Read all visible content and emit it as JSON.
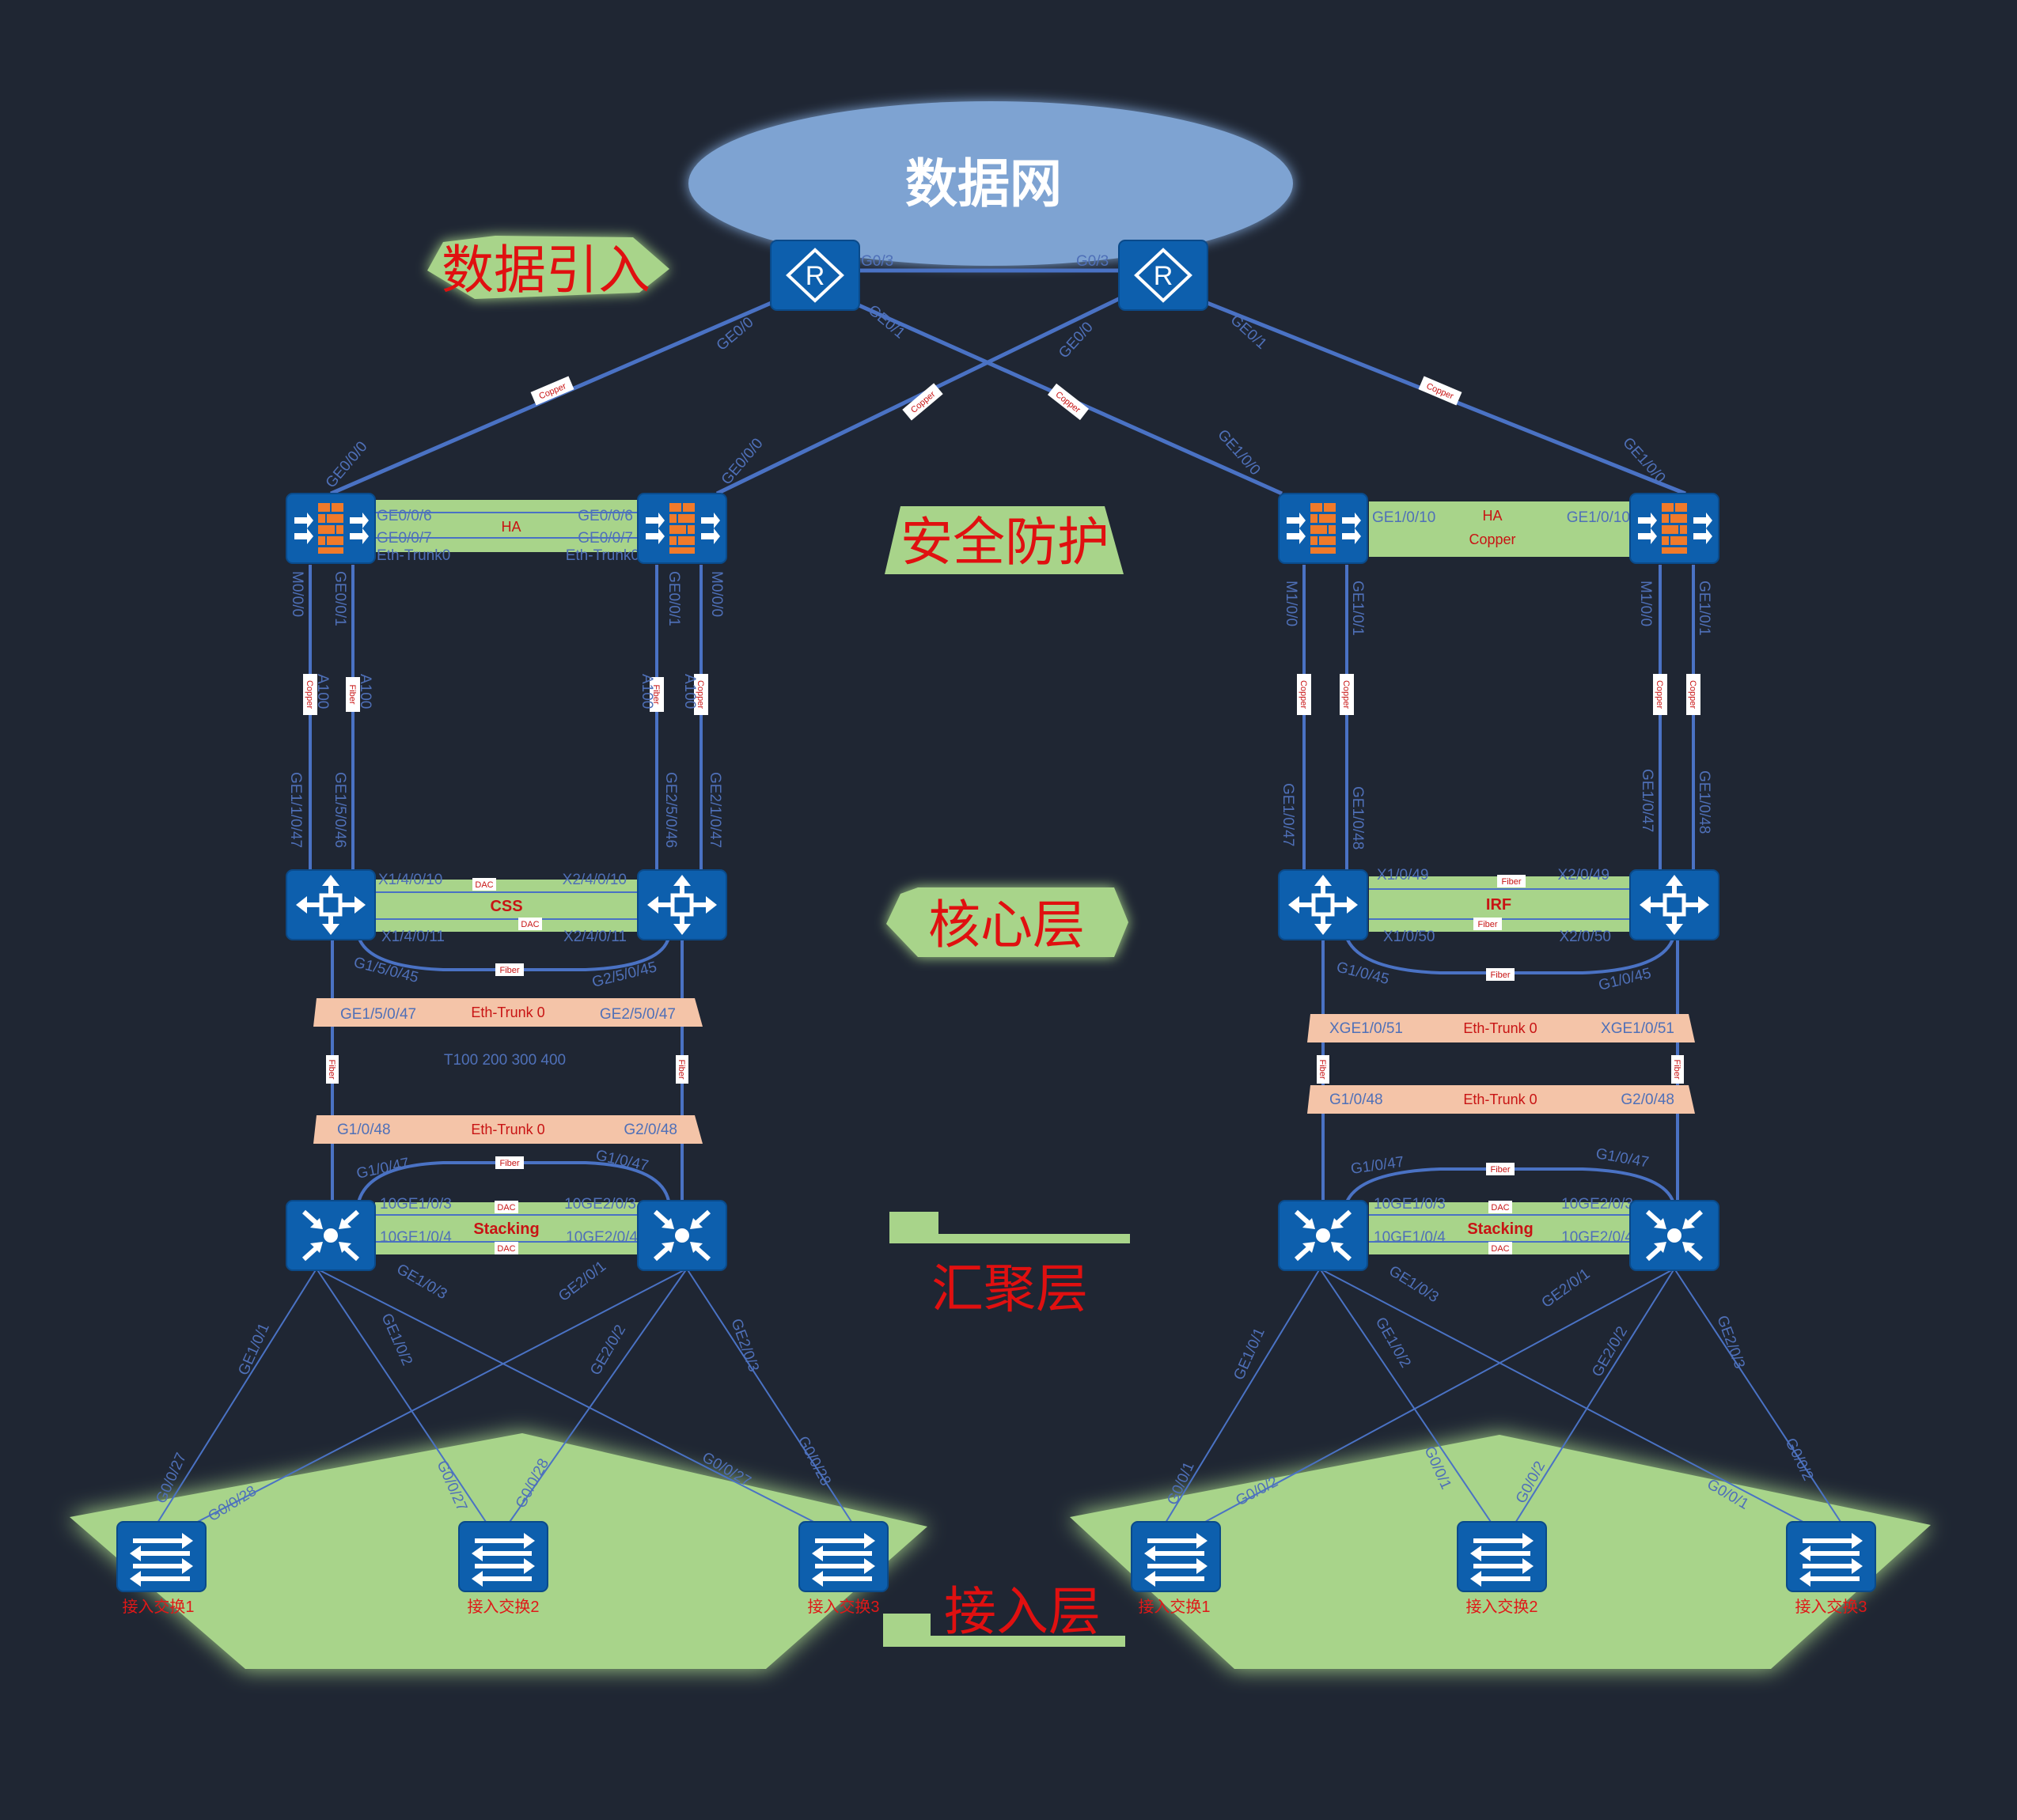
{
  "cloud": {
    "label": "数据网"
  },
  "layers": {
    "data_in": "数据引入",
    "security": "安全防护",
    "core": "核心层",
    "aggregation": "汇聚层",
    "access": "接入层"
  },
  "colors": {
    "background": "#1f2633",
    "device": "#0d5fad",
    "link": "#4a72c4",
    "band_green": "#a8d48a",
    "band_peach": "#f4c4a8",
    "label_red": "#e01010",
    "label_blue": "#4f70b8"
  },
  "icons": {
    "router": "router-icon",
    "firewall": "firewall-icon",
    "core_switch": "core-switch-icon",
    "agg_switch": "aggregation-switch-icon",
    "access_switch": "access-switch-icon"
  },
  "link_tags": {
    "copper": "Copper",
    "fiber": "Fiber",
    "dac": "DAC"
  },
  "routers": {
    "r1_port_g03": "G0/3",
    "r2_port_g03": "G0/3",
    "r1_ge00": "GE0/0",
    "r1_ge01": "GE0/1",
    "r2_ge00": "GE0/0",
    "r2_ge01": "GE0/1"
  },
  "left": {
    "fw1_uplink": "GE0/0/0",
    "fw2_uplink": "GE0/0/0",
    "fw_ha": "HA",
    "fw1_p6": "GE0/0/6",
    "fw1_p7": "GE0/0/7",
    "fw1_trunk": "Eth-Trunk0",
    "fw2_p6": "GE0/0/6",
    "fw2_p7": "GE0/0/7",
    "fw2_trunk": "Eth-Trunk0",
    "fw1_m": "M0/0/0",
    "fw1_g": "GE0/0/1",
    "fw2_g": "GE0/0/1",
    "fw2_m": "M0/0/0",
    "a100": "A100",
    "core1_a": "GE1/1/0/47",
    "core1_b": "GE1/5/0/46",
    "core2_a": "GE2/5/0/46",
    "core2_b": "GE2/1/0/47",
    "css": "CSS",
    "core1_x10": "X1/4/0/10",
    "core2_x10": "X2/4/0/10",
    "core1_x11": "X1/4/0/11",
    "core2_x11": "X2/4/0/11",
    "core1_g45": "G1/5/0/45",
    "core2_g45": "G2/5/0/45",
    "trunk1_l": "GE1/5/0/47",
    "trunk1_m": "Eth-Trunk 0",
    "trunk1_r": "GE2/5/0/47",
    "vlans": "T100 200 300 400",
    "trunk2_l": "G1/0/48",
    "trunk2_m": "Eth-Trunk 0",
    "trunk2_r": "G2/0/48",
    "agg1_g47": "G1/0/47",
    "agg2_g47": "G1/0/47",
    "stacking": "Stacking",
    "agg1_10g3": "10GE1/0/3",
    "agg2_10g3": "10GE2/0/3",
    "agg1_10g4": "10GE1/0/4",
    "agg2_10g4": "10GE2/0/4",
    "agg1_ge1": "GE1/0/1",
    "agg1_ge2": "GE1/0/2",
    "agg1_ge3": "GE1/0/3",
    "agg2_ge1": "GE2/0/1",
    "agg2_ge2": "GE2/0/2",
    "agg2_ge3": "GE2/0/3",
    "acc1_a": "G0/0/27",
    "acc1_b": "G0/0/28",
    "acc2_a": "G0/0/27",
    "acc2_b": "G0/0/28",
    "acc3_a": "G0/0/27",
    "acc3_b": "G0/0/28",
    "access1": "接入交换1",
    "access2": "接入交换2",
    "access3": "接入交换3"
  },
  "right": {
    "fw1_uplink": "GE1/0/0",
    "fw2_uplink": "GE1/0/0",
    "fw_ha": "HA",
    "fw1_p10": "GE1/0/10",
    "fw2_p10": "GE1/0/10",
    "fw_copper": "Copper",
    "fw1_m": "M1/0/0",
    "fw1_g": "GE1/0/1",
    "fw2_m": "M1/0/0",
    "fw2_g": "GE1/0/1",
    "core1_a": "GE1/0/47",
    "core1_b": "GE1/0/48",
    "core2_a": "GE1/0/47",
    "core2_b": "GE1/0/48",
    "irf": "IRF",
    "core1_x49": "X1/0/49",
    "core2_x49": "X2/0/49",
    "core1_x50": "X1/0/50",
    "core2_x50": "X2/0/50",
    "core1_g45": "G1/0/45",
    "core2_g45": "G1/0/45",
    "trunk1_l": "XGE1/0/51",
    "trunk1_m": "Eth-Trunk 0",
    "trunk1_r": "XGE1/0/51",
    "trunk2_l": "G1/0/48",
    "trunk2_m": "Eth-Trunk 0",
    "trunk2_r": "G2/0/48",
    "agg1_g47": "G1/0/47",
    "agg2_g47": "G1/0/47",
    "stacking": "Stacking",
    "agg1_10g3": "10GE1/0/3",
    "agg2_10g3": "10GE2/0/3",
    "agg1_10g4": "10GE1/0/4",
    "agg2_10g4": "10GE2/0/4",
    "agg1_ge1": "GE1/0/1",
    "agg1_ge2": "GE1/0/2",
    "agg1_ge3": "GE1/0/3",
    "agg2_ge1": "GE2/0/1",
    "agg2_ge2": "GE2/0/2",
    "agg2_ge3": "GE2/0/3",
    "acc1_a": "G0/0/1",
    "acc1_b": "G0/0/2",
    "acc2_a": "G0/0/1",
    "acc2_b": "G0/0/2",
    "acc3_a": "G0/0/1",
    "acc3_b": "G0/0/2",
    "access1": "接入交换1",
    "access2": "接入交换2",
    "access3": "接入交换3"
  }
}
